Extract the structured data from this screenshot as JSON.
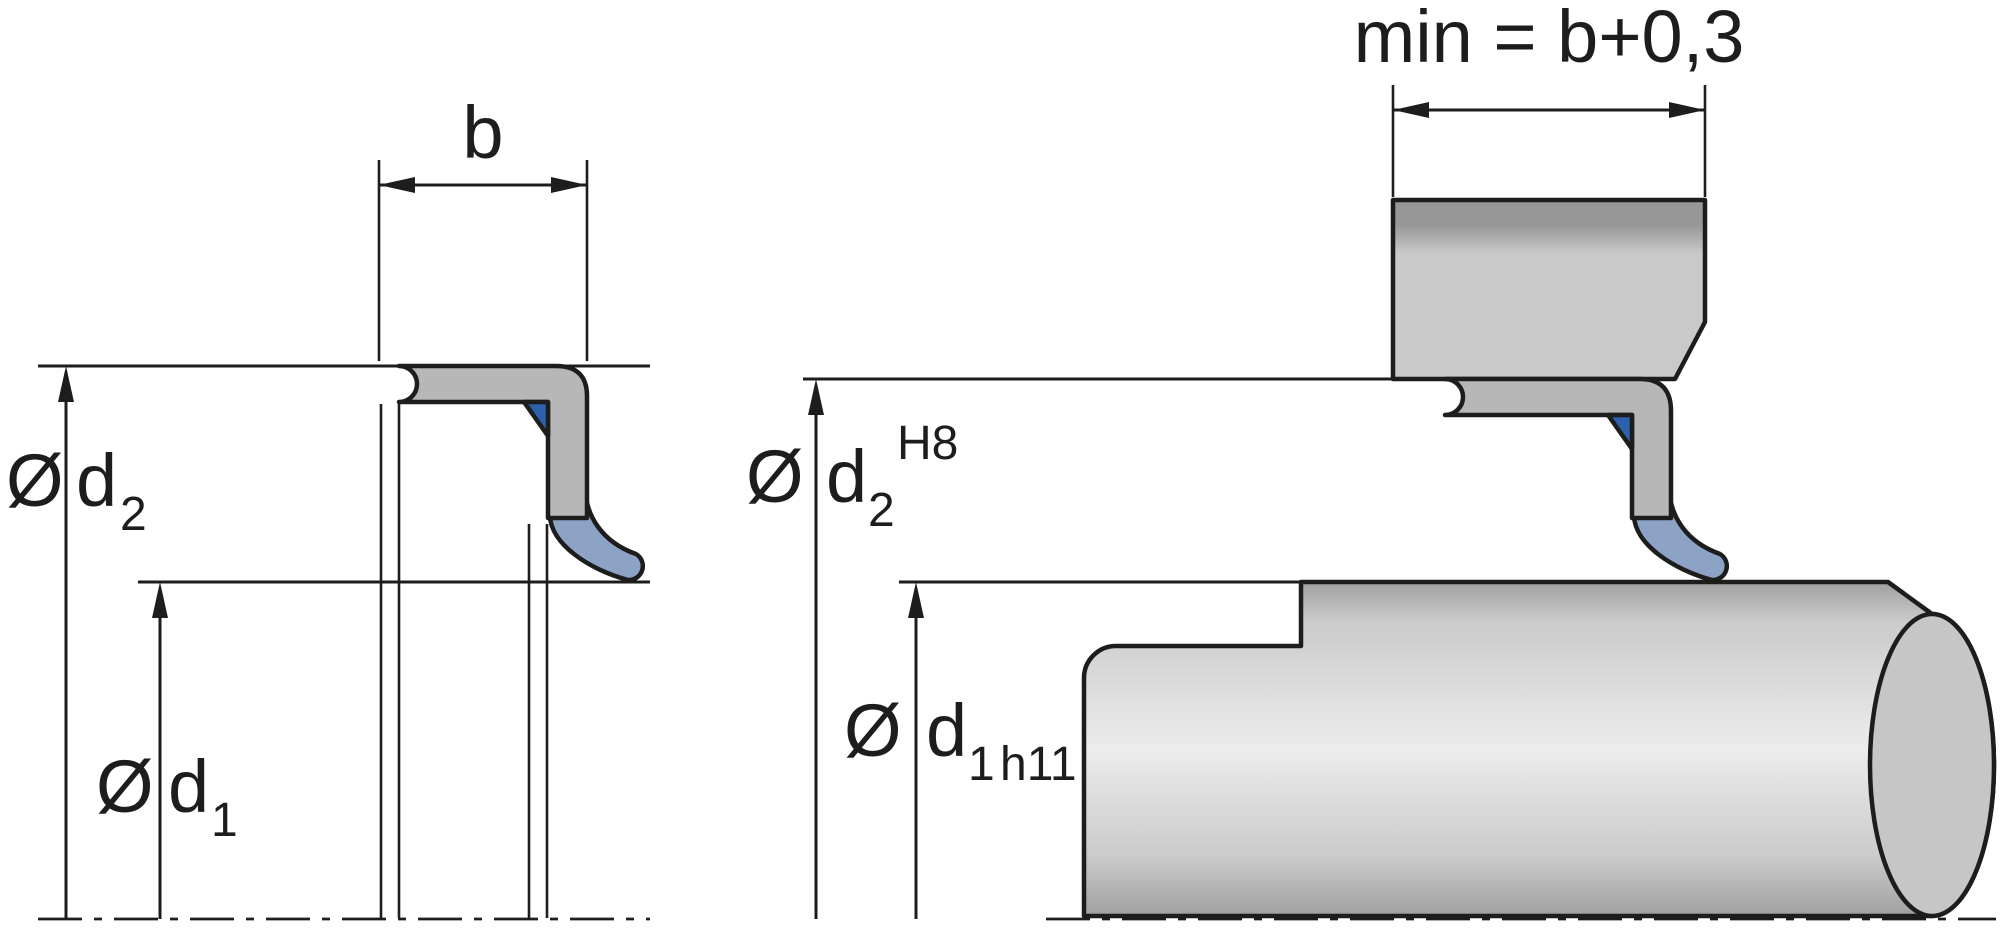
{
  "colors": {
    "background": "#ffffff",
    "outline": "#1d1d1b",
    "seal_case_gray": "#b7b7b7",
    "wiper_lip_blue": "#8ca3c6",
    "elastomer_blue": "#2d61ad",
    "housing_top_gray": "#979797",
    "housing_bottom_gray": "#c9c9c9",
    "shaft_dark_gray": "#a0a0a0",
    "shaft_mid_gray": "#cbcbcb",
    "shaft_light_gray": "#ececec",
    "shaft_end_gray": "#c6c6c6"
  },
  "left_view": {
    "width_dimension": "b",
    "outer_diameter": {
      "symbol": "Ø",
      "name": "d",
      "subscript": "2"
    },
    "shaft_diameter": {
      "symbol": "Ø",
      "name": "d",
      "subscript": "1"
    }
  },
  "right_view": {
    "groove_width_dimension": "min = b+0,3",
    "bore_diameter": {
      "symbol": "Ø",
      "name": "d",
      "subscript": "2",
      "tolerance": "H8"
    },
    "shaft_diameter": {
      "symbol": "Ø",
      "name": "d",
      "subscript": "1",
      "tolerance": "h11"
    }
  }
}
